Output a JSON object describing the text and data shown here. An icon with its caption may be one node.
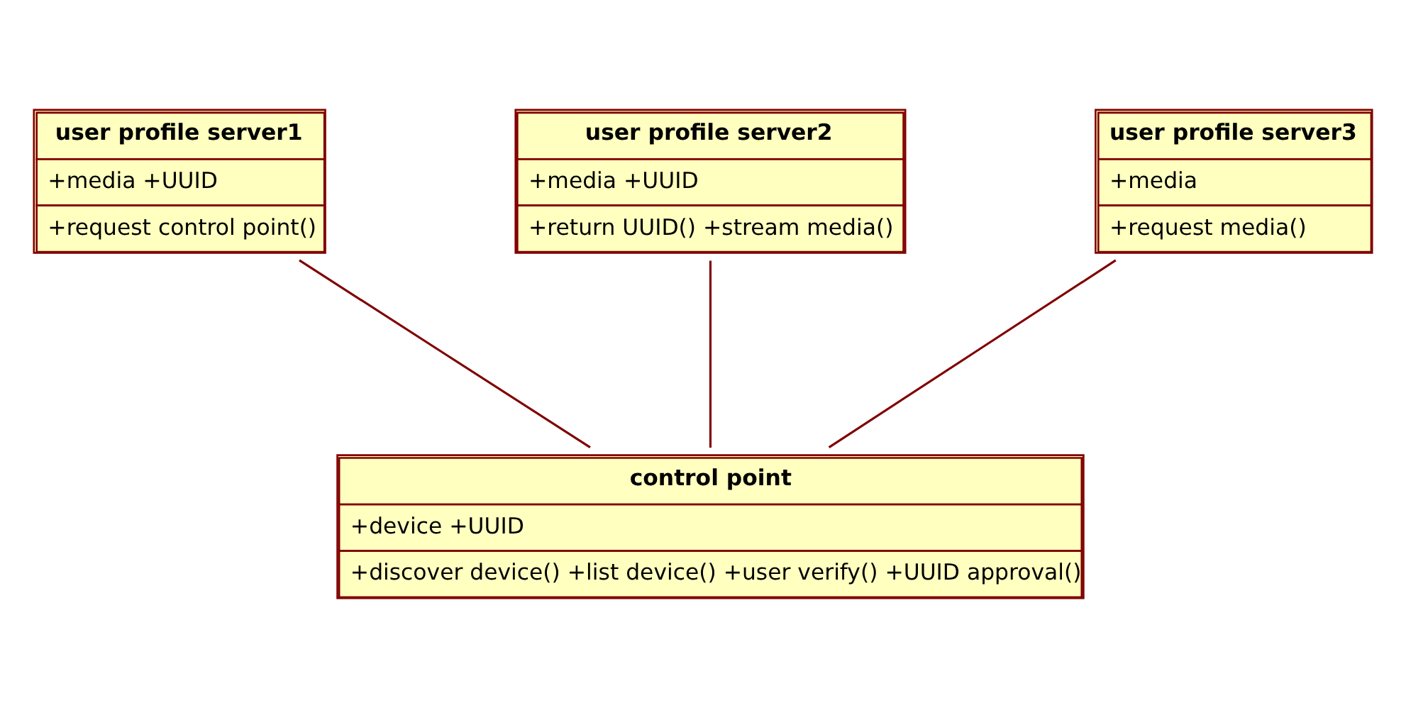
{
  "diagram": {
    "nodes": [
      {
        "text": [
          "user profile server1",
          "+media +UUID",
          "+request control point()"
        ]
      },
      {
        "text": [
          "user profile server2",
          "+media +UUID",
          "+return UUID() +stream media()"
        ]
      },
      {
        "text": [
          "user profile server3",
          "+media",
          "+request media()"
        ]
      },
      {
        "text": [
          "control point",
          "+device +UUID",
          "+discover device() +list device() +user verify() +UUID approval()"
        ]
      }
    ],
    "edges": [
      {
        "from": 0,
        "to": 3,
        "arrow": "none"
      },
      {
        "from": 1,
        "to": 3,
        "arrow": "none"
      },
      {
        "from": 2,
        "to": 3,
        "arrow": "none"
      }
    ]
  }
}
